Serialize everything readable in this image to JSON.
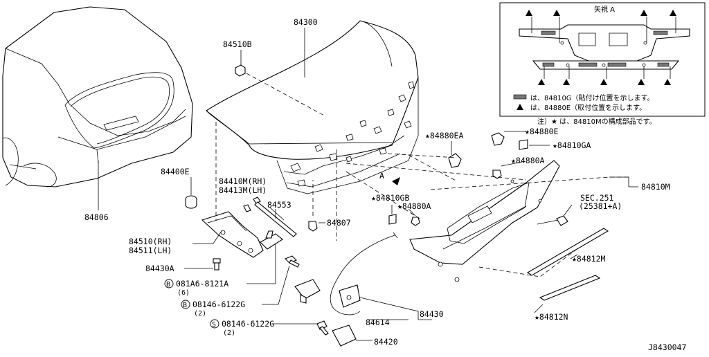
{
  "diagram_id": "J8430047",
  "view_a": {
    "title": "矢視 A",
    "legend": [
      {
        "symbol": "hatched-rect",
        "text": "は、84810G（貼付け位置を示します。"
      },
      {
        "symbol": "triangle",
        "text": "は、84880E（取付位置を示します。"
      }
    ],
    "note": "注）★ は、84810Mの構成部品です。"
  },
  "labels": {
    "p84300": "84300",
    "p84510b": "84510B",
    "p84806": "84806",
    "p84400e": "84400E",
    "p84410m": "84410M(RH)",
    "p84413m": "84413M(LH)",
    "p84553": "84553",
    "p84807": "84807",
    "p84510": "84510(RH)",
    "p84511": "84511(LH)",
    "p84430a": "84430A",
    "bolt1": "081A6-8121A",
    "bolt1_qty": "(6)",
    "bolt1_mark": "B",
    "bolt2": "08146-6122G",
    "bolt2_qty": "(2)",
    "bolt2_mark": "B",
    "screw": "08146-6122G",
    "screw_qty": "(2)",
    "screw_mark": "S",
    "p84614": "84614",
    "p84430": "84430",
    "p84420": "84420",
    "arrow_a": "A",
    "p84810gb": "★84810GB",
    "p84880a_1": "★84880A",
    "p84880ea": "★84880EA",
    "p84880e": "★84880E",
    "p84810ga": "★84810GA",
    "p84880a_2": "★84880A",
    "p84810m": "84810M",
    "sec": "SEC.251",
    "sec_ref": "(25381+A)",
    "p84812m": "★84812M",
    "p84812n": "★84812N"
  }
}
